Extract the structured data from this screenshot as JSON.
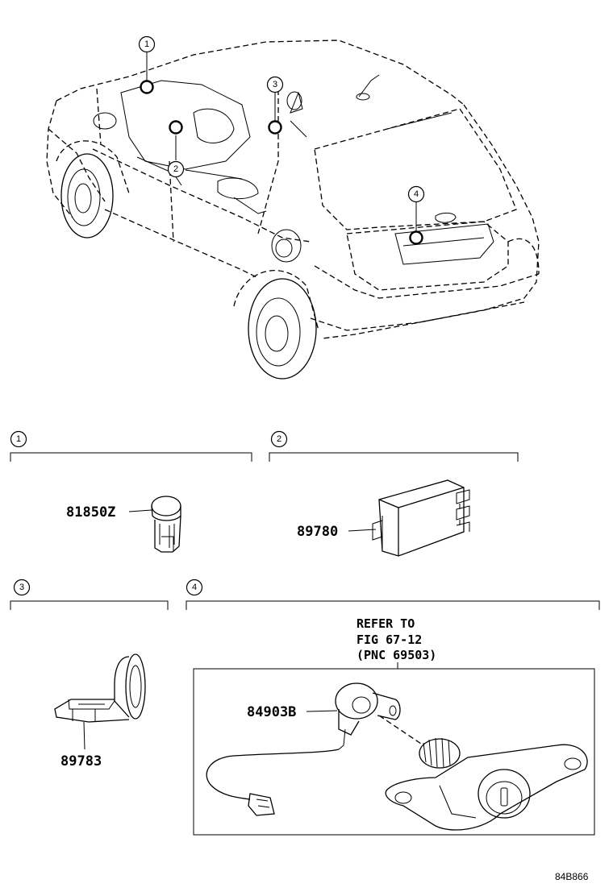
{
  "car_callouts": [
    "1",
    "2",
    "3",
    "4"
  ],
  "sections": [
    {
      "num": "1",
      "part": "81850Z"
    },
    {
      "num": "2",
      "part": "89780"
    },
    {
      "num": "3",
      "part": "89783"
    },
    {
      "num": "4",
      "part": "84903B"
    }
  ],
  "refer": {
    "line1": "REFER TO",
    "line2": "FIG 67-12",
    "line3": "(PNC 69503)"
  },
  "drawing_code": "84B866"
}
